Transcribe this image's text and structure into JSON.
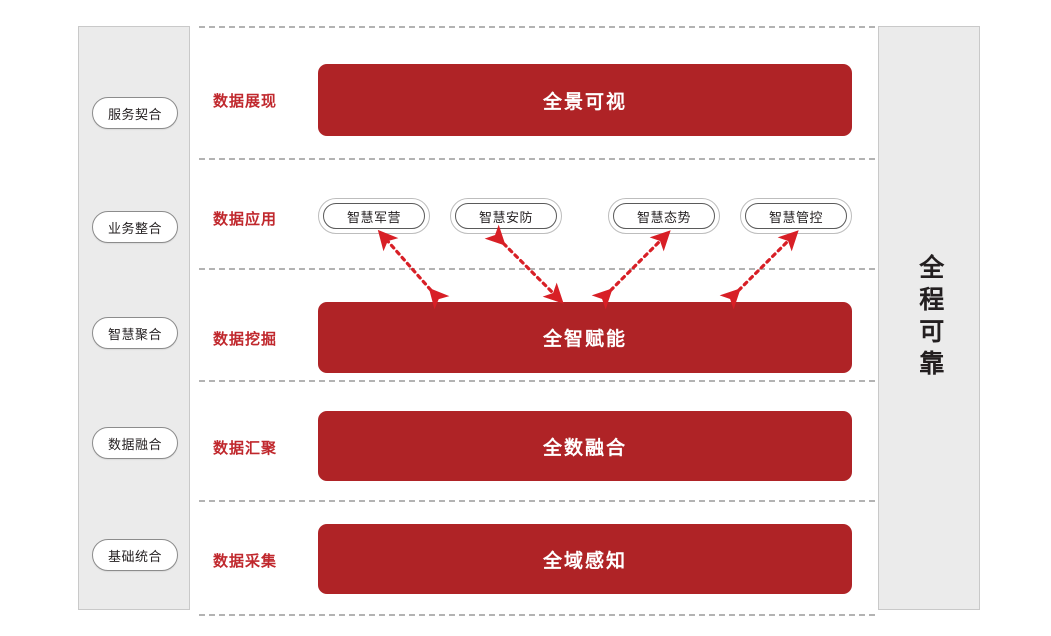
{
  "diagram": {
    "title_hidden": "",
    "accent_red": "#af2326",
    "label_red": "#c0282d",
    "panel_gray": "#ebebeb"
  },
  "left_column": {
    "name": "maturity-stages",
    "items": [
      {
        "label": "服务契合"
      },
      {
        "label": "业务整合"
      },
      {
        "label": "智慧聚合"
      },
      {
        "label": "数据融合"
      },
      {
        "label": "基础统合"
      }
    ]
  },
  "right_column": {
    "name": "assurance",
    "label": "全程可靠"
  },
  "rows": [
    {
      "label": "数据展现",
      "bar": "全景可视",
      "has_bar": true
    },
    {
      "label": "数据应用",
      "bar": "",
      "has_bar": false
    },
    {
      "label": "数据挖掘",
      "bar": "全智赋能",
      "has_bar": true
    },
    {
      "label": "数据汇聚",
      "bar": "全数融合",
      "has_bar": true
    },
    {
      "label": "数据采集",
      "bar": "全域感知",
      "has_bar": true
    }
  ],
  "applications": [
    {
      "label": "智慧军营"
    },
    {
      "label": "智慧安防"
    },
    {
      "label": "智慧态势"
    },
    {
      "label": "智慧管控"
    }
  ],
  "arrows": {
    "color": "#d81f26",
    "style": "double-headed-dashed",
    "count": 4
  }
}
